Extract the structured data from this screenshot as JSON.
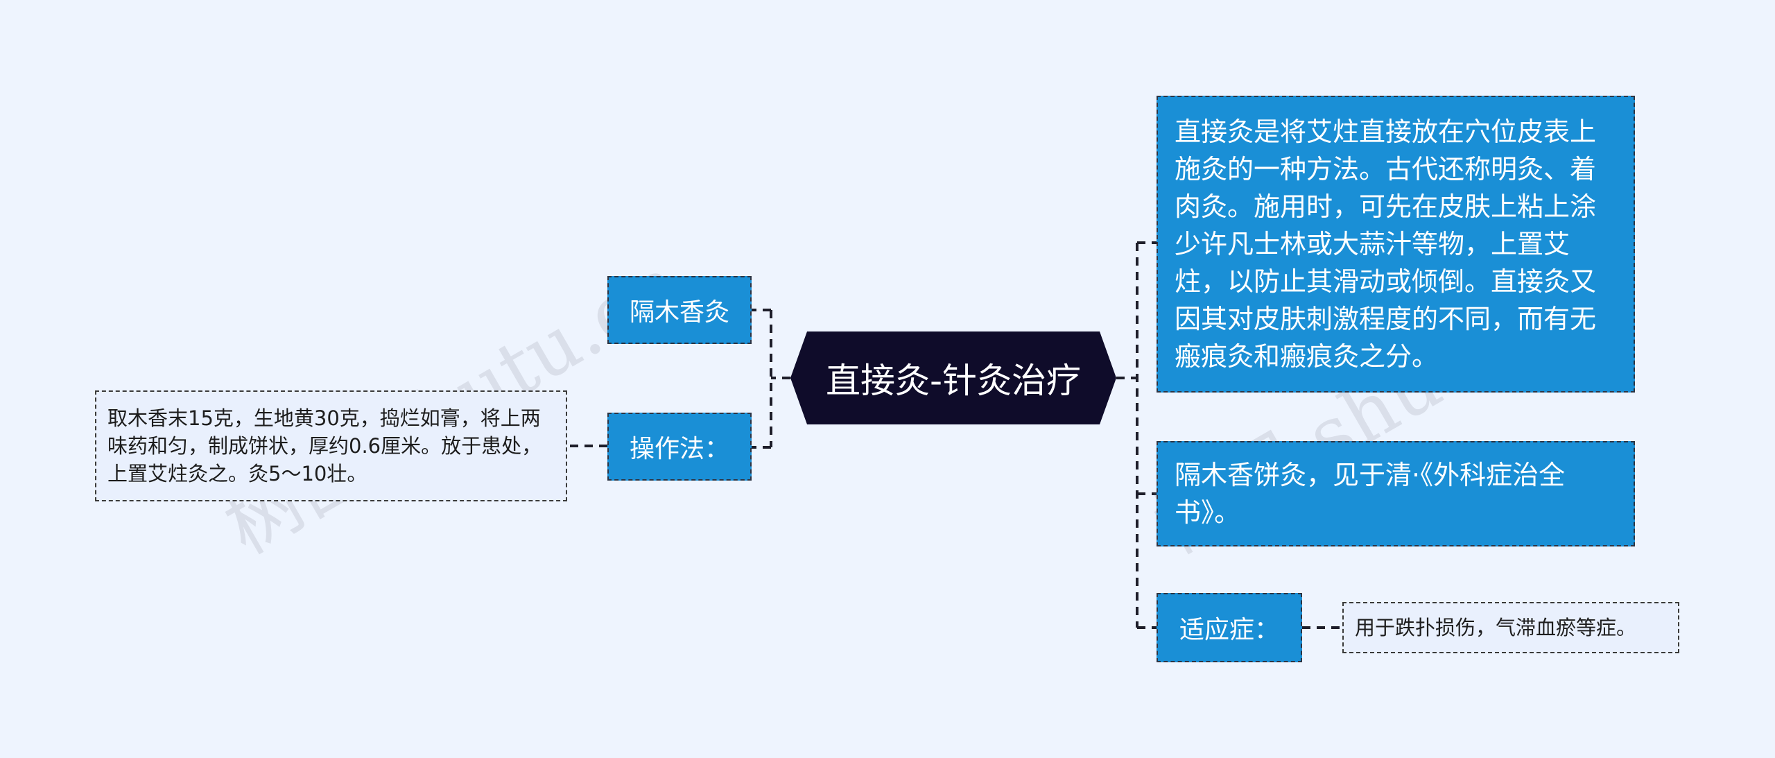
{
  "root": {
    "title": "直接灸-针灸治疗"
  },
  "left": {
    "branch1": {
      "label": "隔木香灸"
    },
    "branch2": {
      "label": "操作法：",
      "detail": "取木香末15克，生地黄30克，捣烂如膏，将上两味药和匀，制成饼状，厚约0.6厘米。放于患处，上置艾炷灸之。灸5～10壮。"
    }
  },
  "right": {
    "node1": {
      "text": "直接灸是将艾炷直接放在穴位皮表上施灸的一种方法。古代还称明灸、着肉灸。施用时，可先在皮肤上粘上涂少许凡士林或大蒜汁等物，上置艾炷，以防止其滑动或倾倒。直接灸又因其对皮肤刺激程度的不同，而有无瘢痕灸和瘢痕灸之分。"
    },
    "node2": {
      "text": "隔木香饼灸，见于清·《外科症治全书》。"
    },
    "node3": {
      "label": "适应症：",
      "detail": "用于跌扑损伤，气滞血瘀等症。"
    }
  },
  "watermarks": [
    "树图 shutu.cn",
    "树图 shutu.cn"
  ],
  "colors": {
    "background": "#eef4fe",
    "root_fill": "#0f0c2a",
    "node_fill": "#1a8fd6",
    "leaf_fill": "#e9f0fd",
    "connector": "#1e1e2a"
  }
}
